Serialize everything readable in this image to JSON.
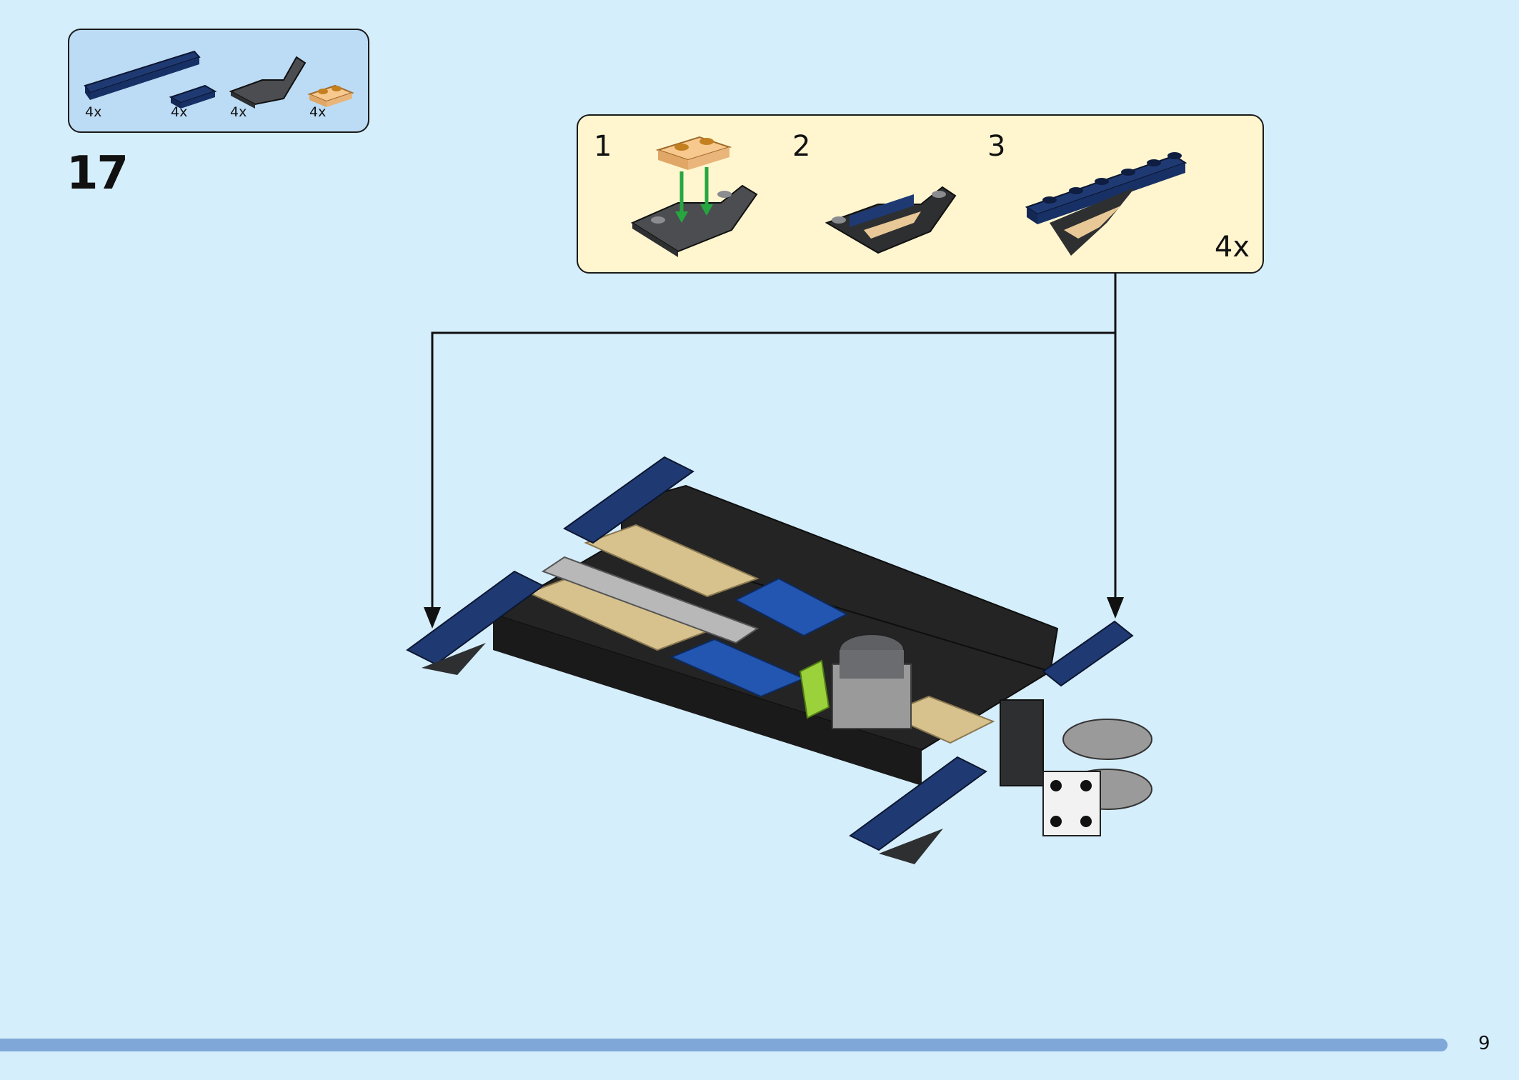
{
  "parts_list": {
    "items": [
      {
        "name": "dark-blue-plate-1x6",
        "count": "4x"
      },
      {
        "name": "dark-blue-plate-1x2",
        "count": "4x"
      },
      {
        "name": "dark-grey-inverted-slope",
        "count": "4x"
      },
      {
        "name": "transparent-orange-plate-1x2",
        "count": "4x"
      }
    ]
  },
  "step": {
    "number": "17"
  },
  "callout": {
    "substeps": [
      "1",
      "2",
      "3"
    ],
    "multiplier": "4x"
  },
  "colors": {
    "background": "#d5eefc",
    "parts_box": "#bcdcf6",
    "callout_box": "#fff6d0",
    "footer_bar": "#7fa8d8",
    "dark_blue": "#1f3a73",
    "black_brick": "#242424",
    "tan": "#d7c28e",
    "green_arrow": "#27a640"
  },
  "footer": {
    "page_number": "9"
  }
}
